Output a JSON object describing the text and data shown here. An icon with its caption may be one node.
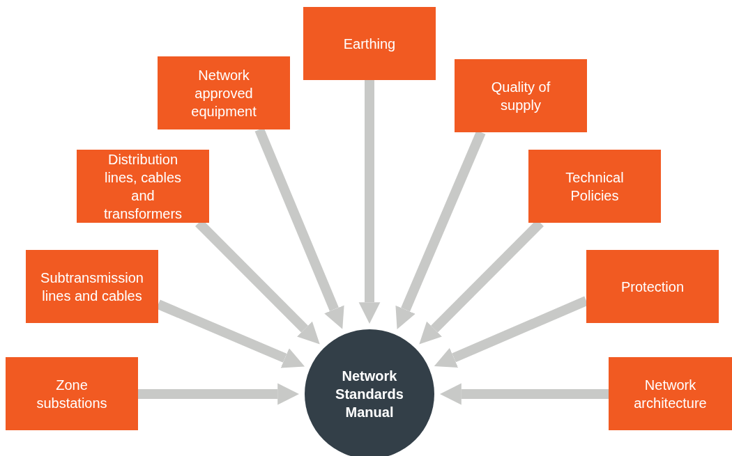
{
  "diagram": {
    "nodes": [
      {
        "text": [
          "Zone substations"
        ]
      },
      {
        "text": [
          "Subtransmission lines and cables"
        ]
      },
      {
        "text": [
          "Distribution lines, cables and transformers"
        ]
      },
      {
        "text": [
          "Network approved equipment"
        ]
      },
      {
        "text": [
          "Earthing"
        ]
      },
      {
        "text": [
          "Quality of supply"
        ]
      },
      {
        "text": [
          "Technical Policies"
        ]
      },
      {
        "text": [
          "Protection"
        ]
      },
      {
        "text": [
          "Network architecture"
        ]
      },
      {
        "text": [
          "Network Standards Manual"
        ]
      }
    ],
    "edges": [
      {
        "from": 0,
        "to": 9,
        "arrow": "to"
      },
      {
        "from": 1,
        "to": 9,
        "arrow": "to"
      },
      {
        "from": 2,
        "to": 9,
        "arrow": "to"
      },
      {
        "from": 3,
        "to": 9,
        "arrow": "to"
      },
      {
        "from": 4,
        "to": 9,
        "arrow": "to"
      },
      {
        "from": 5,
        "to": 9,
        "arrow": "to"
      },
      {
        "from": 6,
        "to": 9,
        "arrow": "to"
      },
      {
        "from": 7,
        "to": 9,
        "arrow": "to"
      },
      {
        "from": 8,
        "to": 9,
        "arrow": "to"
      }
    ]
  }
}
